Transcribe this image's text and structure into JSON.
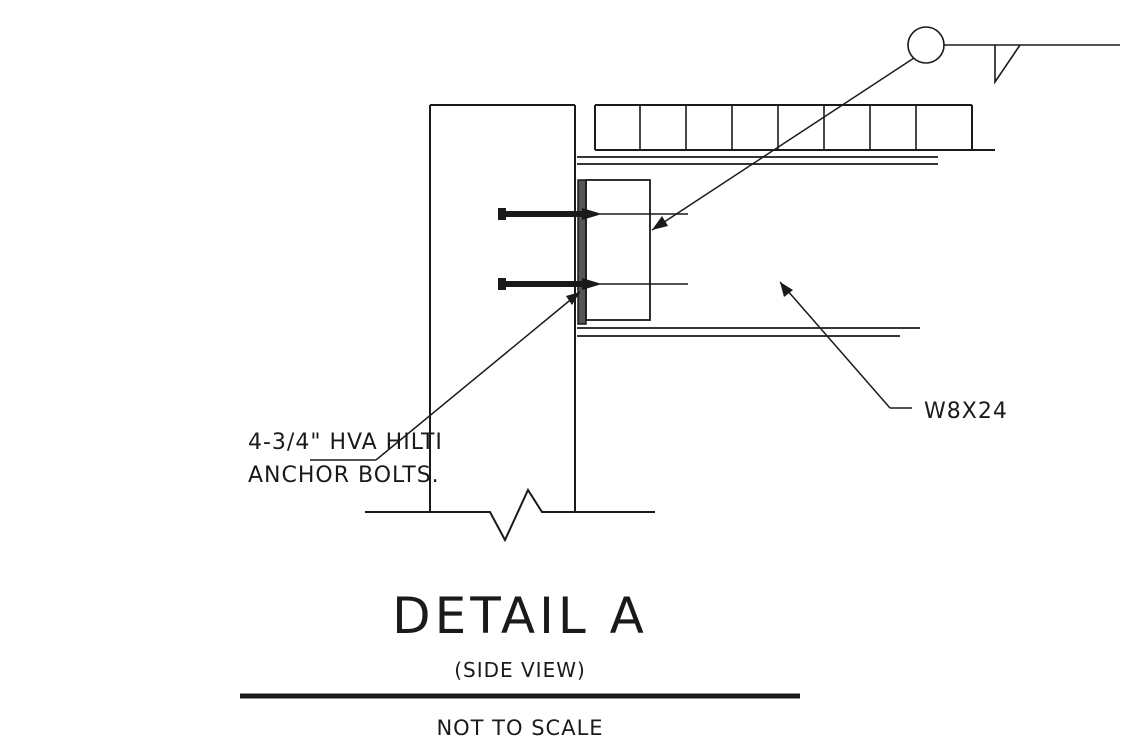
{
  "callouts": {
    "anchor_bolts_line1": "4-3/4\" HVA HILTI",
    "anchor_bolts_line2": "ANCHOR BOLTS.",
    "beam_label": "W8X24"
  },
  "title_block": {
    "title": "DETAIL A",
    "subtitle": "(SIDE VIEW)",
    "scale_note": "NOT TO SCALE"
  }
}
